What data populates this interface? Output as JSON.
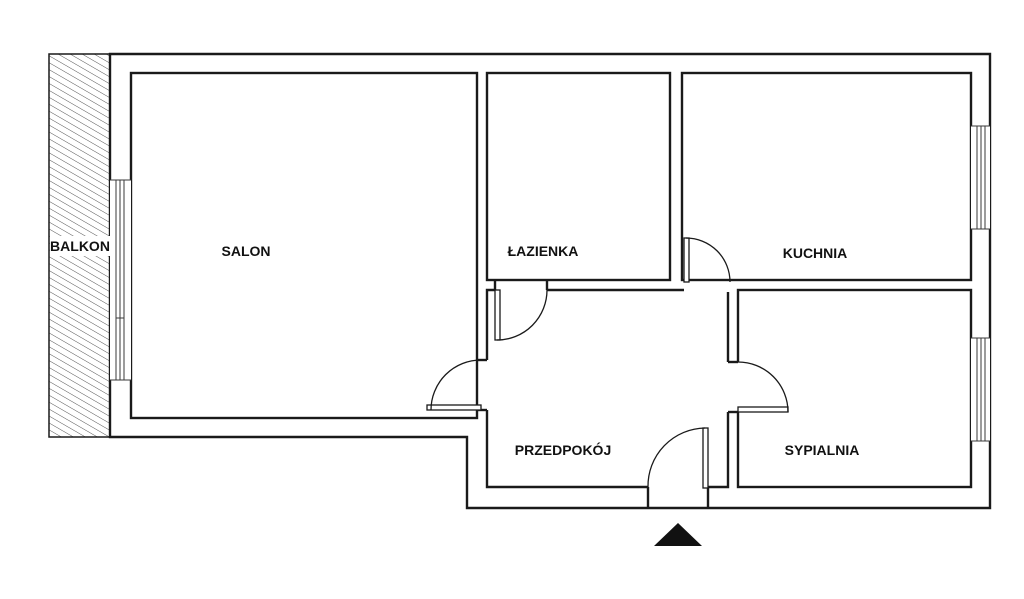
{
  "plan": {
    "rooms": [
      {
        "id": "salon",
        "label": "SALON"
      },
      {
        "id": "lazienka",
        "label": "ŁAZIENKA"
      },
      {
        "id": "kuchnia",
        "label": "KUCHNIA"
      },
      {
        "id": "przedpokoj",
        "label": "PRZEDPOKÓJ"
      },
      {
        "id": "sypialnia",
        "label": "SYPIALNIA"
      }
    ],
    "balcony": {
      "label": "BALKON"
    },
    "entrance_icon": "entrance-arrow-icon",
    "colors": {
      "wall": "#1a1a1a",
      "hatch": "#555555",
      "background": "#ffffff"
    }
  }
}
